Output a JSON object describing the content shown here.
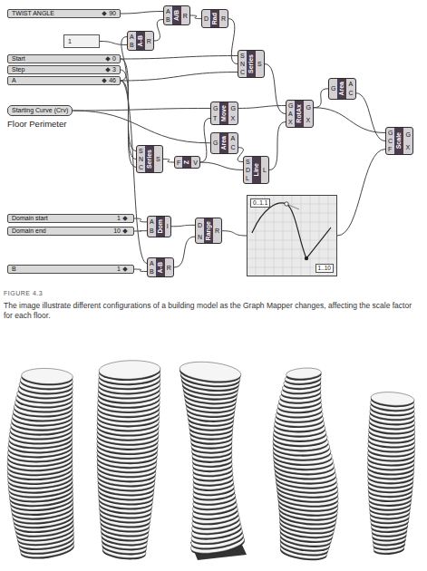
{
  "diagram": {
    "caption": "The image illustrate different configurations of a building model as the Graph Mapper changes, affecting the scale factor for each floor.",
    "nodes": [
      {
        "text": [
          "TWIST ANGLE",
          "90"
        ]
      },
      {
        "text": [
          "A/B",
          "A",
          "B",
          "R"
        ]
      },
      {
        "text": [
          "1"
        ]
      },
      {
        "text": [
          "A-B",
          "A",
          "B",
          "R"
        ]
      },
      {
        "text": [
          "Rad",
          "D",
          "R"
        ]
      },
      {
        "text": [
          "Start",
          "0"
        ]
      },
      {
        "text": [
          "Step",
          "3"
        ]
      },
      {
        "text": [
          "A",
          "46"
        ]
      },
      {
        "text": [
          "Series",
          "S",
          "N",
          "C",
          "S"
        ]
      },
      {
        "text": [
          "Area",
          "G",
          "A",
          "C"
        ]
      },
      {
        "text": [
          "Starting Curve (Crv)",
          "Floor Perimeter"
        ]
      },
      {
        "text": [
          "Move",
          "G",
          "T",
          "G",
          "X"
        ]
      },
      {
        "text": [
          "RotAx",
          "G",
          "A",
          "X",
          "G",
          "X"
        ]
      },
      {
        "text": [
          "Scale",
          "G",
          "C",
          "F",
          "G",
          "X"
        ]
      },
      {
        "text": [
          "Area",
          "G",
          "A",
          "C"
        ]
      },
      {
        "text": [
          "Series",
          "S",
          "N",
          "C",
          "S"
        ]
      },
      {
        "text": [
          "Z",
          "F",
          "V"
        ]
      },
      {
        "text": [
          "Line",
          "S",
          "D",
          "L",
          "L"
        ]
      },
      {
        "text": [
          "Domain start",
          "1"
        ]
      },
      {
        "text": [
          "Domain end",
          "10"
        ]
      },
      {
        "text": [
          "Dom",
          "A",
          "B",
          "I"
        ]
      },
      {
        "text": [
          "Range",
          "D",
          "N",
          "R"
        ]
      },
      {
        "text": [
          "0..1.1",
          "1..10"
        ]
      },
      {
        "text": [
          "B",
          "1"
        ]
      },
      {
        "text": [
          "A-B",
          "A",
          "B",
          "R"
        ]
      }
    ],
    "edges": [
      {
        "from": 0,
        "to": 1,
        "arrow": "none"
      },
      {
        "from": 7,
        "to": 3,
        "arrow": "none"
      },
      {
        "from": 2,
        "to": 3,
        "arrow": "none"
      },
      {
        "from": 3,
        "to": 1,
        "arrow": "none"
      },
      {
        "from": 1,
        "to": 4,
        "arrow": "none"
      },
      {
        "from": 5,
        "to": 8,
        "arrow": "none"
      },
      {
        "from": 4,
        "to": 8,
        "arrow": "none"
      },
      {
        "from": 7,
        "to": 8,
        "arrow": "none"
      },
      {
        "from": 5,
        "to": 15,
        "arrow": "none"
      },
      {
        "from": 6,
        "to": 15,
        "arrow": "none"
      },
      {
        "from": 7,
        "to": 15,
        "arrow": "none"
      },
      {
        "from": 15,
        "to": 16,
        "arrow": "none"
      },
      {
        "from": 10,
        "to": 11,
        "arrow": "none"
      },
      {
        "from": 16,
        "to": 11,
        "arrow": "none"
      },
      {
        "from": 10,
        "to": 14,
        "arrow": "none"
      },
      {
        "from": 14,
        "to": 17,
        "arrow": "none"
      },
      {
        "from": 16,
        "to": 17,
        "arrow": "none"
      },
      {
        "from": 11,
        "to": 12,
        "arrow": "none"
      },
      {
        "from": 8,
        "to": 12,
        "arrow": "none"
      },
      {
        "from": 17,
        "to": 12,
        "arrow": "none"
      },
      {
        "from": 12,
        "to": 9,
        "arrow": "none"
      },
      {
        "from": 12,
        "to": 13,
        "arrow": "none"
      },
      {
        "from": 9,
        "to": 13,
        "arrow": "none"
      },
      {
        "from": 22,
        "to": 13,
        "arrow": "none"
      },
      {
        "from": 18,
        "to": 20,
        "arrow": "none"
      },
      {
        "from": 19,
        "to": 20,
        "arrow": "none"
      },
      {
        "from": 20,
        "to": 21,
        "arrow": "none"
      },
      {
        "from": 7,
        "to": 24,
        "arrow": "none"
      },
      {
        "from": 23,
        "to": 24,
        "arrow": "none"
      },
      {
        "from": 24,
        "to": 21,
        "arrow": "none"
      },
      {
        "from": 21,
        "to": 22,
        "arrow": "none"
      }
    ],
    "labels": [
      "FIGURE 4.3"
    ]
  }
}
